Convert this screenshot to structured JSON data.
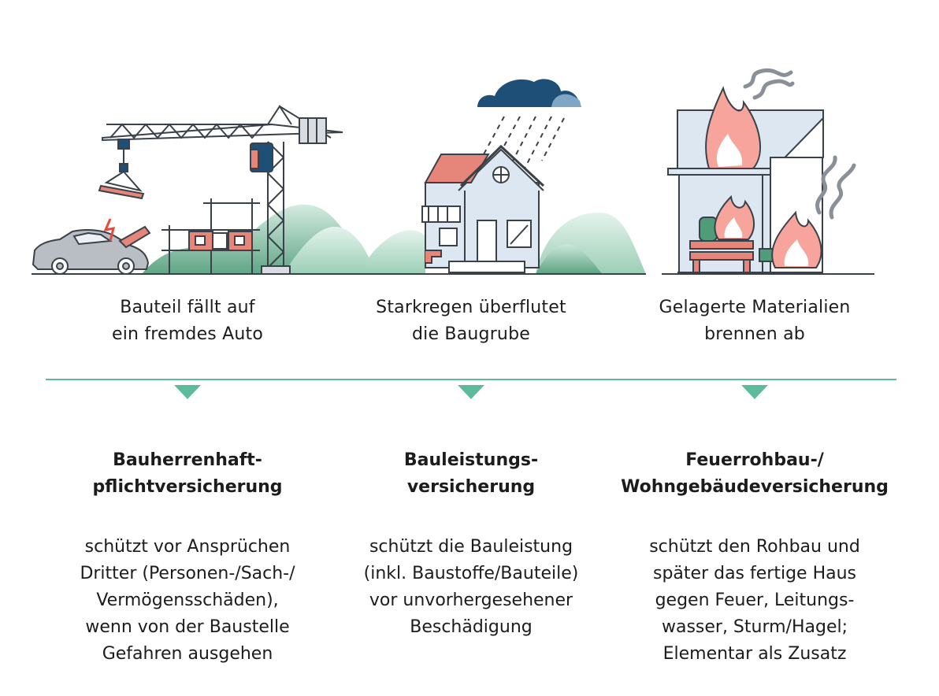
{
  "columns": [
    {
      "scenario": [
        "Bauteil fällt auf",
        "ein fremdes Auto"
      ],
      "title": [
        "Bauherrenhaft-",
        "pflichtversicherung"
      ],
      "description": [
        "schützt vor Ansprüchen",
        "Dritter (Personen-/Sach-/",
        "Vermögensschäden),",
        "wenn von der Baustelle",
        "Gefahren ausgehen"
      ]
    },
    {
      "scenario": [
        "Starkregen überflutet",
        "die Baugrube"
      ],
      "title": [
        "Bauleistungs-",
        "versicherung"
      ],
      "description": [
        "schützt die Bauleistung",
        "(inkl. Baustoffe/Bauteile)",
        "vor unvorhergesehener",
        "Beschädigung"
      ]
    },
    {
      "scenario": [
        "Gelagerte Materialien",
        "brennen ab"
      ],
      "title": [
        "Feuerrohbau-/",
        "Wohngebäudeversicherung"
      ],
      "description": [
        "schützt den Rohbau und",
        "später das fertige Haus",
        "gegen Feuer, Leitungs-",
        "wasser, Sturm/Hagel;",
        "Elementar als Zusatz"
      ]
    }
  ],
  "colors": {
    "accent_green": "#5cbc9a",
    "outline": "#3a4149",
    "house_blue": "#dde7f1",
    "roof_red": "#e6857a",
    "cloud_dark": "#1e4f76",
    "fire_pink": "#f7a59c"
  },
  "icons": [
    "crane-icon",
    "car-icon",
    "rain-cloud-icon",
    "house-icon",
    "burning-house-icon"
  ]
}
